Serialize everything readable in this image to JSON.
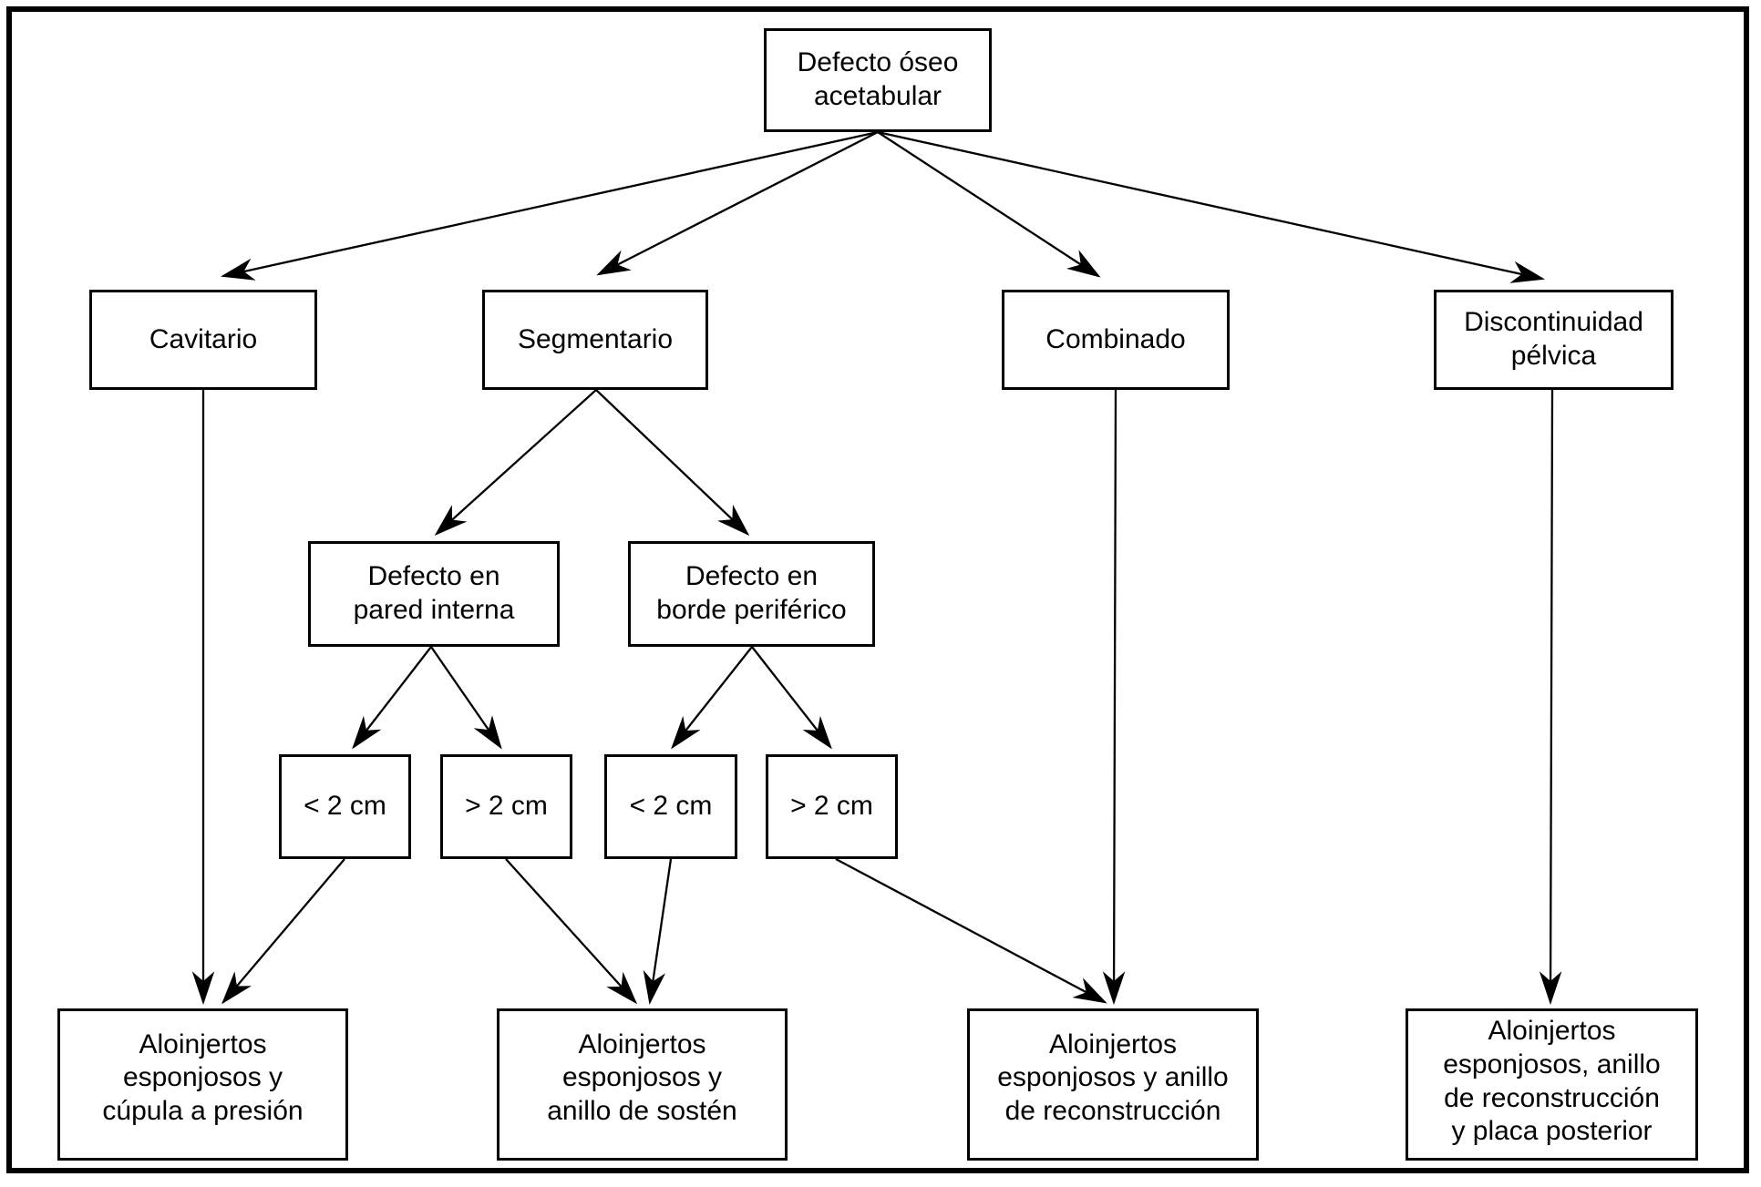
{
  "figure": {
    "type": "flowchart",
    "language": "es",
    "background_color": "#ffffff",
    "line_color": "#000000",
    "nodes": {
      "root": {
        "label": "Defecto óseo\nacetabular"
      },
      "cavitario": {
        "label": "Cavitario"
      },
      "segmentario": {
        "label": "Segmentario"
      },
      "combinado": {
        "label": "Combinado"
      },
      "discontinuidad": {
        "label": "Discontinuidad\npélvica"
      },
      "pared_interna": {
        "label": "Defecto en\npared interna"
      },
      "borde_periferico": {
        "label": "Defecto en\nborde periférico"
      },
      "pared_menor_2cm": {
        "label": "< 2 cm"
      },
      "pared_mayor_2cm": {
        "label": "> 2 cm"
      },
      "borde_menor_2cm": {
        "label": "< 2 cm"
      },
      "borde_mayor_2cm": {
        "label": "> 2 cm"
      },
      "tx_cupula": {
        "label": "Aloinjertos\nesponjosos y\ncúpula a presión"
      },
      "tx_sosten": {
        "label": "Aloinjertos\nesponjosos y\nanillo de sostén"
      },
      "tx_reconstruccion": {
        "label": "Aloinjertos\nesponjosos y anillo\nde reconstrucción"
      },
      "tx_placa": {
        "label": "Aloinjertos\nesponjosos, anillo\nde reconstrucción\ny placa posterior"
      }
    },
    "edges": [
      {
        "from": "root",
        "to": "cavitario"
      },
      {
        "from": "root",
        "to": "segmentario"
      },
      {
        "from": "root",
        "to": "combinado"
      },
      {
        "from": "root",
        "to": "discontinuidad"
      },
      {
        "from": "segmentario",
        "to": "pared_interna"
      },
      {
        "from": "segmentario",
        "to": "borde_periferico"
      },
      {
        "from": "pared_interna",
        "to": "pared_menor_2cm"
      },
      {
        "from": "pared_interna",
        "to": "pared_mayor_2cm"
      },
      {
        "from": "borde_periferico",
        "to": "borde_menor_2cm"
      },
      {
        "from": "borde_periferico",
        "to": "borde_mayor_2cm"
      },
      {
        "from": "cavitario",
        "to": "tx_cupula"
      },
      {
        "from": "pared_menor_2cm",
        "to": "tx_cupula"
      },
      {
        "from": "pared_mayor_2cm",
        "to": "tx_sosten"
      },
      {
        "from": "borde_menor_2cm",
        "to": "tx_sosten"
      },
      {
        "from": "borde_mayor_2cm",
        "to": "tx_reconstruccion"
      },
      {
        "from": "combinado",
        "to": "tx_reconstruccion"
      },
      {
        "from": "discontinuidad",
        "to": "tx_placa"
      }
    ]
  }
}
